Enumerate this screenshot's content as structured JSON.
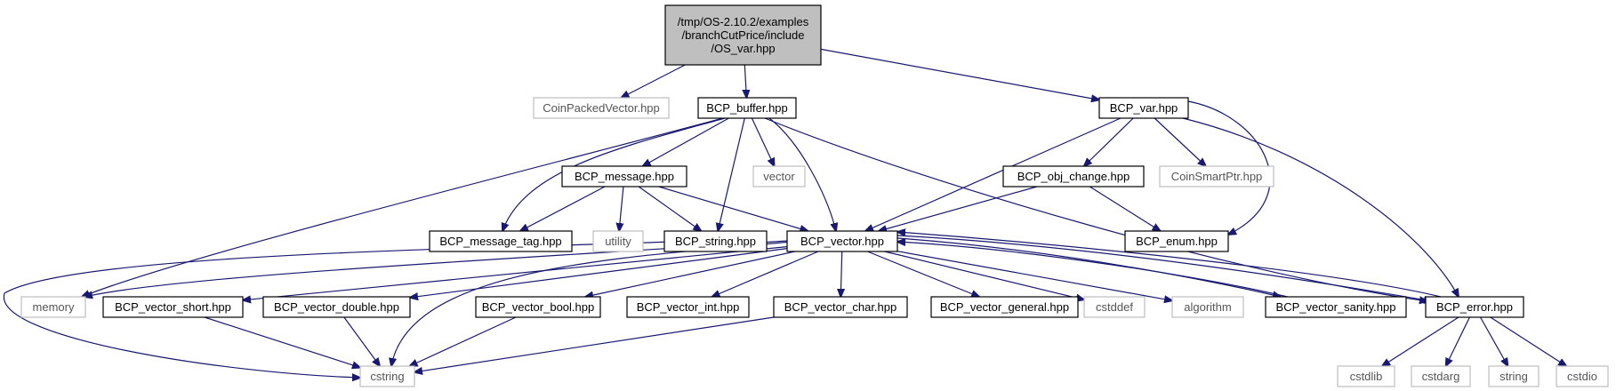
{
  "diagram": {
    "type": "include-dependency-graph",
    "colors": {
      "edge": "#191970",
      "root_fill": "#bfbfbf",
      "external_border": "#bfbfbf",
      "node_border": "#000000"
    },
    "nodes": [
      {
        "id": "root",
        "lines": [
          "/tmp/OS-2.10.2/examples",
          "/branchCutPrice/include",
          "/OS_var.hpp"
        ],
        "kind": "root"
      },
      {
        "id": "coinpacked",
        "lines": [
          "CoinPackedVector.hpp"
        ],
        "kind": "external"
      },
      {
        "id": "bcp_buffer",
        "lines": [
          "BCP_buffer.hpp"
        ],
        "kind": "internal"
      },
      {
        "id": "bcp_var",
        "lines": [
          "BCP_var.hpp"
        ],
        "kind": "internal"
      },
      {
        "id": "bcp_message",
        "lines": [
          "BCP_message.hpp"
        ],
        "kind": "internal"
      },
      {
        "id": "vector",
        "lines": [
          "vector"
        ],
        "kind": "external"
      },
      {
        "id": "bcp_obj_change",
        "lines": [
          "BCP_obj_change.hpp"
        ],
        "kind": "internal"
      },
      {
        "id": "coinsmartptr",
        "lines": [
          "CoinSmartPtr.hpp"
        ],
        "kind": "external"
      },
      {
        "id": "bcp_message_tag",
        "lines": [
          "BCP_message_tag.hpp"
        ],
        "kind": "internal"
      },
      {
        "id": "utility",
        "lines": [
          "utility"
        ],
        "kind": "external"
      },
      {
        "id": "bcp_string",
        "lines": [
          "BCP_string.hpp"
        ],
        "kind": "internal"
      },
      {
        "id": "bcp_vector",
        "lines": [
          "BCP_vector.hpp"
        ],
        "kind": "internal"
      },
      {
        "id": "bcp_enum",
        "lines": [
          "BCP_enum.hpp"
        ],
        "kind": "internal"
      },
      {
        "id": "memory",
        "lines": [
          "memory"
        ],
        "kind": "external"
      },
      {
        "id": "bcp_vector_short",
        "lines": [
          "BCP_vector_short.hpp"
        ],
        "kind": "internal"
      },
      {
        "id": "bcp_vector_double",
        "lines": [
          "BCP_vector_double.hpp"
        ],
        "kind": "internal"
      },
      {
        "id": "bcp_vector_bool",
        "lines": [
          "BCP_vector_bool.hpp"
        ],
        "kind": "internal"
      },
      {
        "id": "bcp_vector_int",
        "lines": [
          "BCP_vector_int.hpp"
        ],
        "kind": "internal"
      },
      {
        "id": "bcp_vector_char",
        "lines": [
          "BCP_vector_char.hpp"
        ],
        "kind": "internal"
      },
      {
        "id": "bcp_vector_general",
        "lines": [
          "BCP_vector_general.hpp"
        ],
        "kind": "internal"
      },
      {
        "id": "cstddef",
        "lines": [
          "cstddef"
        ],
        "kind": "external"
      },
      {
        "id": "algorithm",
        "lines": [
          "algorithm"
        ],
        "kind": "external"
      },
      {
        "id": "bcp_vector_sanity",
        "lines": [
          "BCP_vector_sanity.hpp"
        ],
        "kind": "internal"
      },
      {
        "id": "bcp_error",
        "lines": [
          "BCP_error.hpp"
        ],
        "kind": "internal"
      },
      {
        "id": "cstring",
        "lines": [
          "cstring"
        ],
        "kind": "external"
      },
      {
        "id": "cstdlib",
        "lines": [
          "cstdlib"
        ],
        "kind": "external"
      },
      {
        "id": "cstdarg",
        "lines": [
          "cstdarg"
        ],
        "kind": "external"
      },
      {
        "id": "string",
        "lines": [
          "string"
        ],
        "kind": "external"
      },
      {
        "id": "cstdio",
        "lines": [
          "cstdio"
        ],
        "kind": "external"
      }
    ],
    "edges": [
      [
        "root",
        "coinpacked"
      ],
      [
        "root",
        "bcp_buffer"
      ],
      [
        "root",
        "bcp_var"
      ],
      [
        "bcp_buffer",
        "bcp_message"
      ],
      [
        "bcp_buffer",
        "vector"
      ],
      [
        "bcp_buffer",
        "bcp_message_tag"
      ],
      [
        "bcp_buffer",
        "bcp_string"
      ],
      [
        "bcp_buffer",
        "bcp_vector"
      ],
      [
        "bcp_buffer",
        "memory"
      ],
      [
        "bcp_buffer",
        "bcp_error"
      ],
      [
        "bcp_var",
        "bcp_obj_change"
      ],
      [
        "bcp_var",
        "coinsmartptr"
      ],
      [
        "bcp_var",
        "bcp_vector"
      ],
      [
        "bcp_var",
        "bcp_enum"
      ],
      [
        "bcp_var",
        "bcp_error"
      ],
      [
        "bcp_message",
        "bcp_message_tag"
      ],
      [
        "bcp_message",
        "utility"
      ],
      [
        "bcp_message",
        "bcp_string"
      ],
      [
        "bcp_message",
        "bcp_vector"
      ],
      [
        "bcp_obj_change",
        "bcp_vector"
      ],
      [
        "bcp_obj_change",
        "bcp_enum"
      ],
      [
        "bcp_string",
        "cstring"
      ],
      [
        "bcp_vector",
        "memory"
      ],
      [
        "bcp_vector",
        "bcp_vector_short"
      ],
      [
        "bcp_vector",
        "bcp_vector_double"
      ],
      [
        "bcp_vector",
        "bcp_vector_bool"
      ],
      [
        "bcp_vector",
        "bcp_vector_int"
      ],
      [
        "bcp_vector",
        "bcp_vector_char"
      ],
      [
        "bcp_vector",
        "bcp_vector_general"
      ],
      [
        "bcp_vector",
        "cstddef"
      ],
      [
        "bcp_vector",
        "algorithm"
      ],
      [
        "bcp_vector",
        "bcp_vector_sanity"
      ],
      [
        "bcp_vector",
        "bcp_error"
      ],
      [
        "bcp_vector",
        "cstring"
      ],
      [
        "bcp_vector_sanity",
        "bcp_vector"
      ],
      [
        "bcp_error",
        "bcp_vector"
      ],
      [
        "bcp_vector_short",
        "cstring"
      ],
      [
        "bcp_vector_double",
        "cstring"
      ],
      [
        "bcp_vector_bool",
        "cstring"
      ],
      [
        "bcp_vector_char",
        "cstring"
      ],
      [
        "bcp_error",
        "cstdlib"
      ],
      [
        "bcp_error",
        "cstdarg"
      ],
      [
        "bcp_error",
        "string"
      ],
      [
        "bcp_error",
        "cstdio"
      ]
    ]
  }
}
